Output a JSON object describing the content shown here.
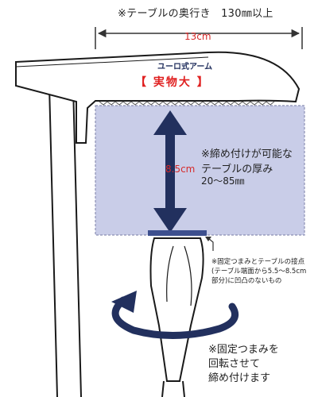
{
  "texts": {
    "depth_note": "※テーブルの奥行き　130㎜以上",
    "width_label": "13cm",
    "arm_name": "ユーロ式アーム",
    "size_label": "【 実物大 】",
    "thickness_label": "8.5cm",
    "thickness_note": [
      "※締め付けが可能な",
      "テーブルの厚み"
    ],
    "thickness_range": "20〜85㎜",
    "contact_note": [
      "※固定つまみとテーブルの接点",
      "(テーブル端面から5.5〜8.5cm",
      "部分)に凹凸のないもの"
    ],
    "rotate_note": [
      "※固定つまみを",
      "回転させて",
      "締め付けます"
    ]
  },
  "colors": {
    "table_fill": "#c9cde8",
    "arrow_navy": "#22305e",
    "dimension_dark": "#333333",
    "accent_red": "#e02020",
    "clamp_pad": "#3d4f8e",
    "outline": "#1a1a1a"
  },
  "icons": [
    "double-arrow-horizontal",
    "double-arrow-vertical",
    "rotation-arrow",
    "leader-arrow"
  ]
}
